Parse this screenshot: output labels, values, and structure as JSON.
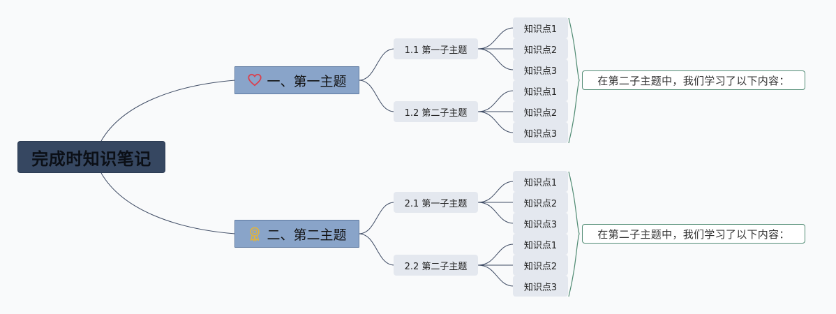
{
  "root": {
    "title": "完成时知识笔记"
  },
  "topics": [
    {
      "label": "一、第一主题",
      "icon": "heart-icon",
      "subtopics": [
        {
          "label": "1.1 第一子主题",
          "points": [
            "知识点1",
            "知识点2",
            "知识点3"
          ]
        },
        {
          "label": "1.2 第二子主题",
          "points": [
            "知识点1",
            "知识点2",
            "知识点3"
          ]
        }
      ],
      "summary": "在第二子主题中，我们学习了以下内容："
    },
    {
      "label": "二、第二主题",
      "icon": "award-medal-icon",
      "subtopics": [
        {
          "label": "2.1 第一子主题",
          "points": [
            "知识点1",
            "知识点2",
            "知识点3"
          ]
        },
        {
          "label": "2.2 第二子主题",
          "points": [
            "知识点1",
            "知识点2",
            "知识点3"
          ]
        }
      ],
      "summary": "在第二子主题中，我们学习了以下内容："
    }
  ],
  "colors": {
    "background": "#f9fafb",
    "root_fill": "#364761",
    "topic_fill": "#89a4c9",
    "subtopic_fill": "#e4e8ef",
    "connector": "#3d4a63",
    "summary_border": "#4f8a72",
    "heart_icon": "#d9414f",
    "medal_icon": "#e1b43c"
  }
}
